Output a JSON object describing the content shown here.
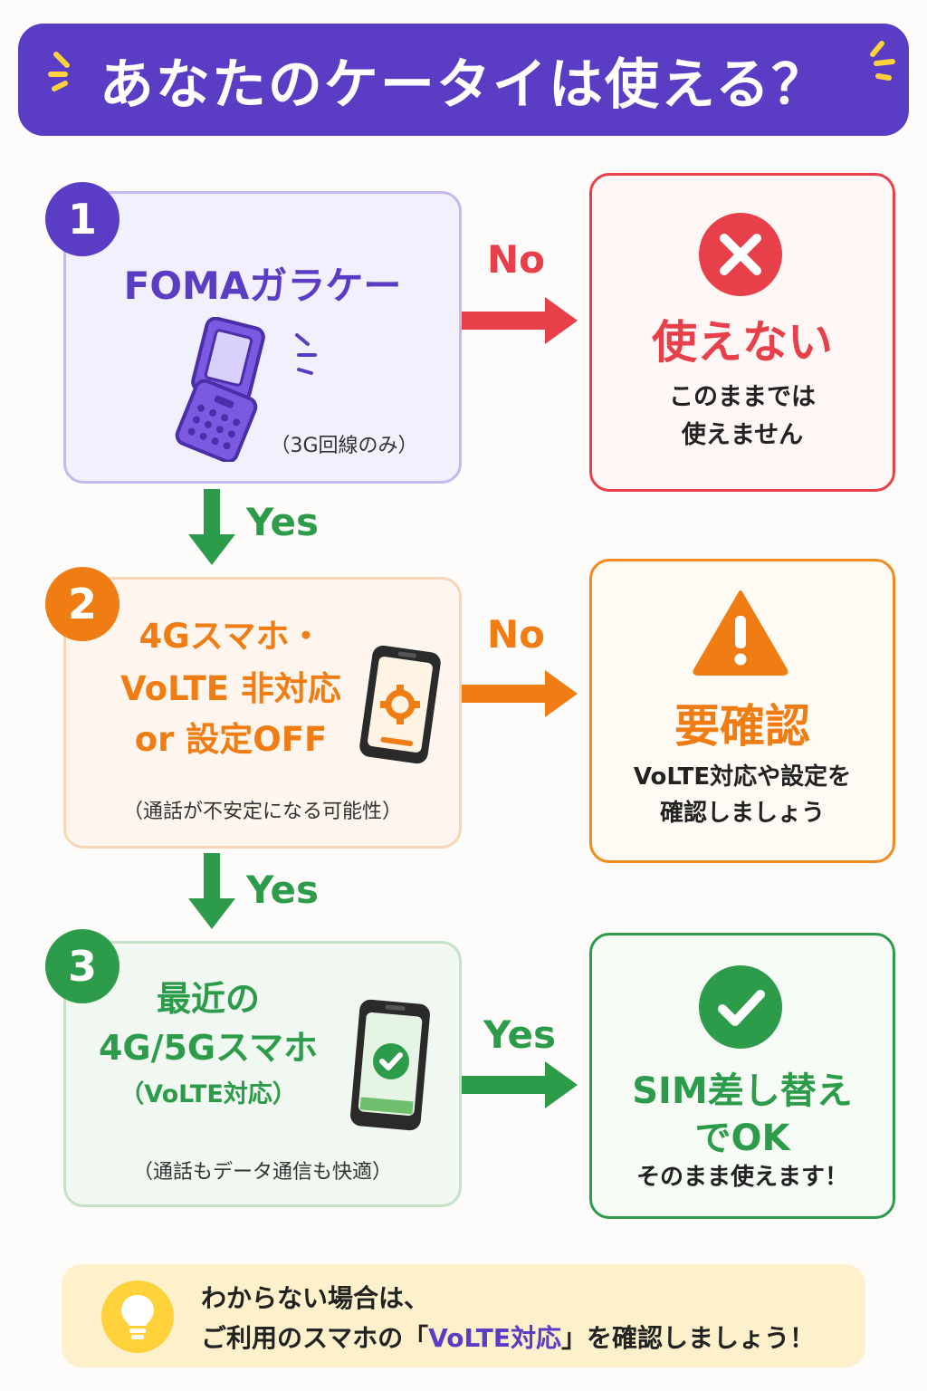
{
  "header": {
    "title": "あなたのケータイは使える？"
  },
  "steps": [
    {
      "number": "1",
      "title": "FOMAガラケー",
      "note": "（3G回線のみ）",
      "color": "#5b3cc4"
    },
    {
      "number": "2",
      "title_lines": [
        "4Gスマホ・",
        "VoLTE 非対応",
        "or 設定OFF"
      ],
      "note": "（通話が不安定になる可能性）",
      "color": "#f07d14"
    },
    {
      "number": "3",
      "title_lines": [
        "最近の",
        "4G/5Gスマホ"
      ],
      "subtitle": "（VoLTE対応）",
      "note": "（通話もデータ通信も快適）",
      "color": "#2c9c4a"
    }
  ],
  "arrows": {
    "step1_right": "No",
    "step1_down": "Yes",
    "step2_right": "No",
    "step2_down": "Yes",
    "step3_right": "Yes"
  },
  "results": [
    {
      "icon": "x-circle-icon",
      "title": "使えない",
      "desc_lines": [
        "このままでは",
        "使えません"
      ],
      "color": "#e8404a"
    },
    {
      "icon": "warning-icon",
      "title": "要確認",
      "desc_lines": [
        "VoLTE対応や設定を",
        "確認しましょう"
      ],
      "color": "#f07d14"
    },
    {
      "icon": "check-circle-icon",
      "title_lines": [
        "SIM差し替え",
        "でOK"
      ],
      "desc": "そのまま使えます！",
      "color": "#2c9c4a"
    }
  ],
  "tip": {
    "icon": "lightbulb-icon",
    "line1": "わからない場合は、",
    "line2_prefix": "ご利用のスマホの「",
    "line2_em": "VoLTE対応",
    "line2_suffix": "」を確認しましょう！"
  }
}
